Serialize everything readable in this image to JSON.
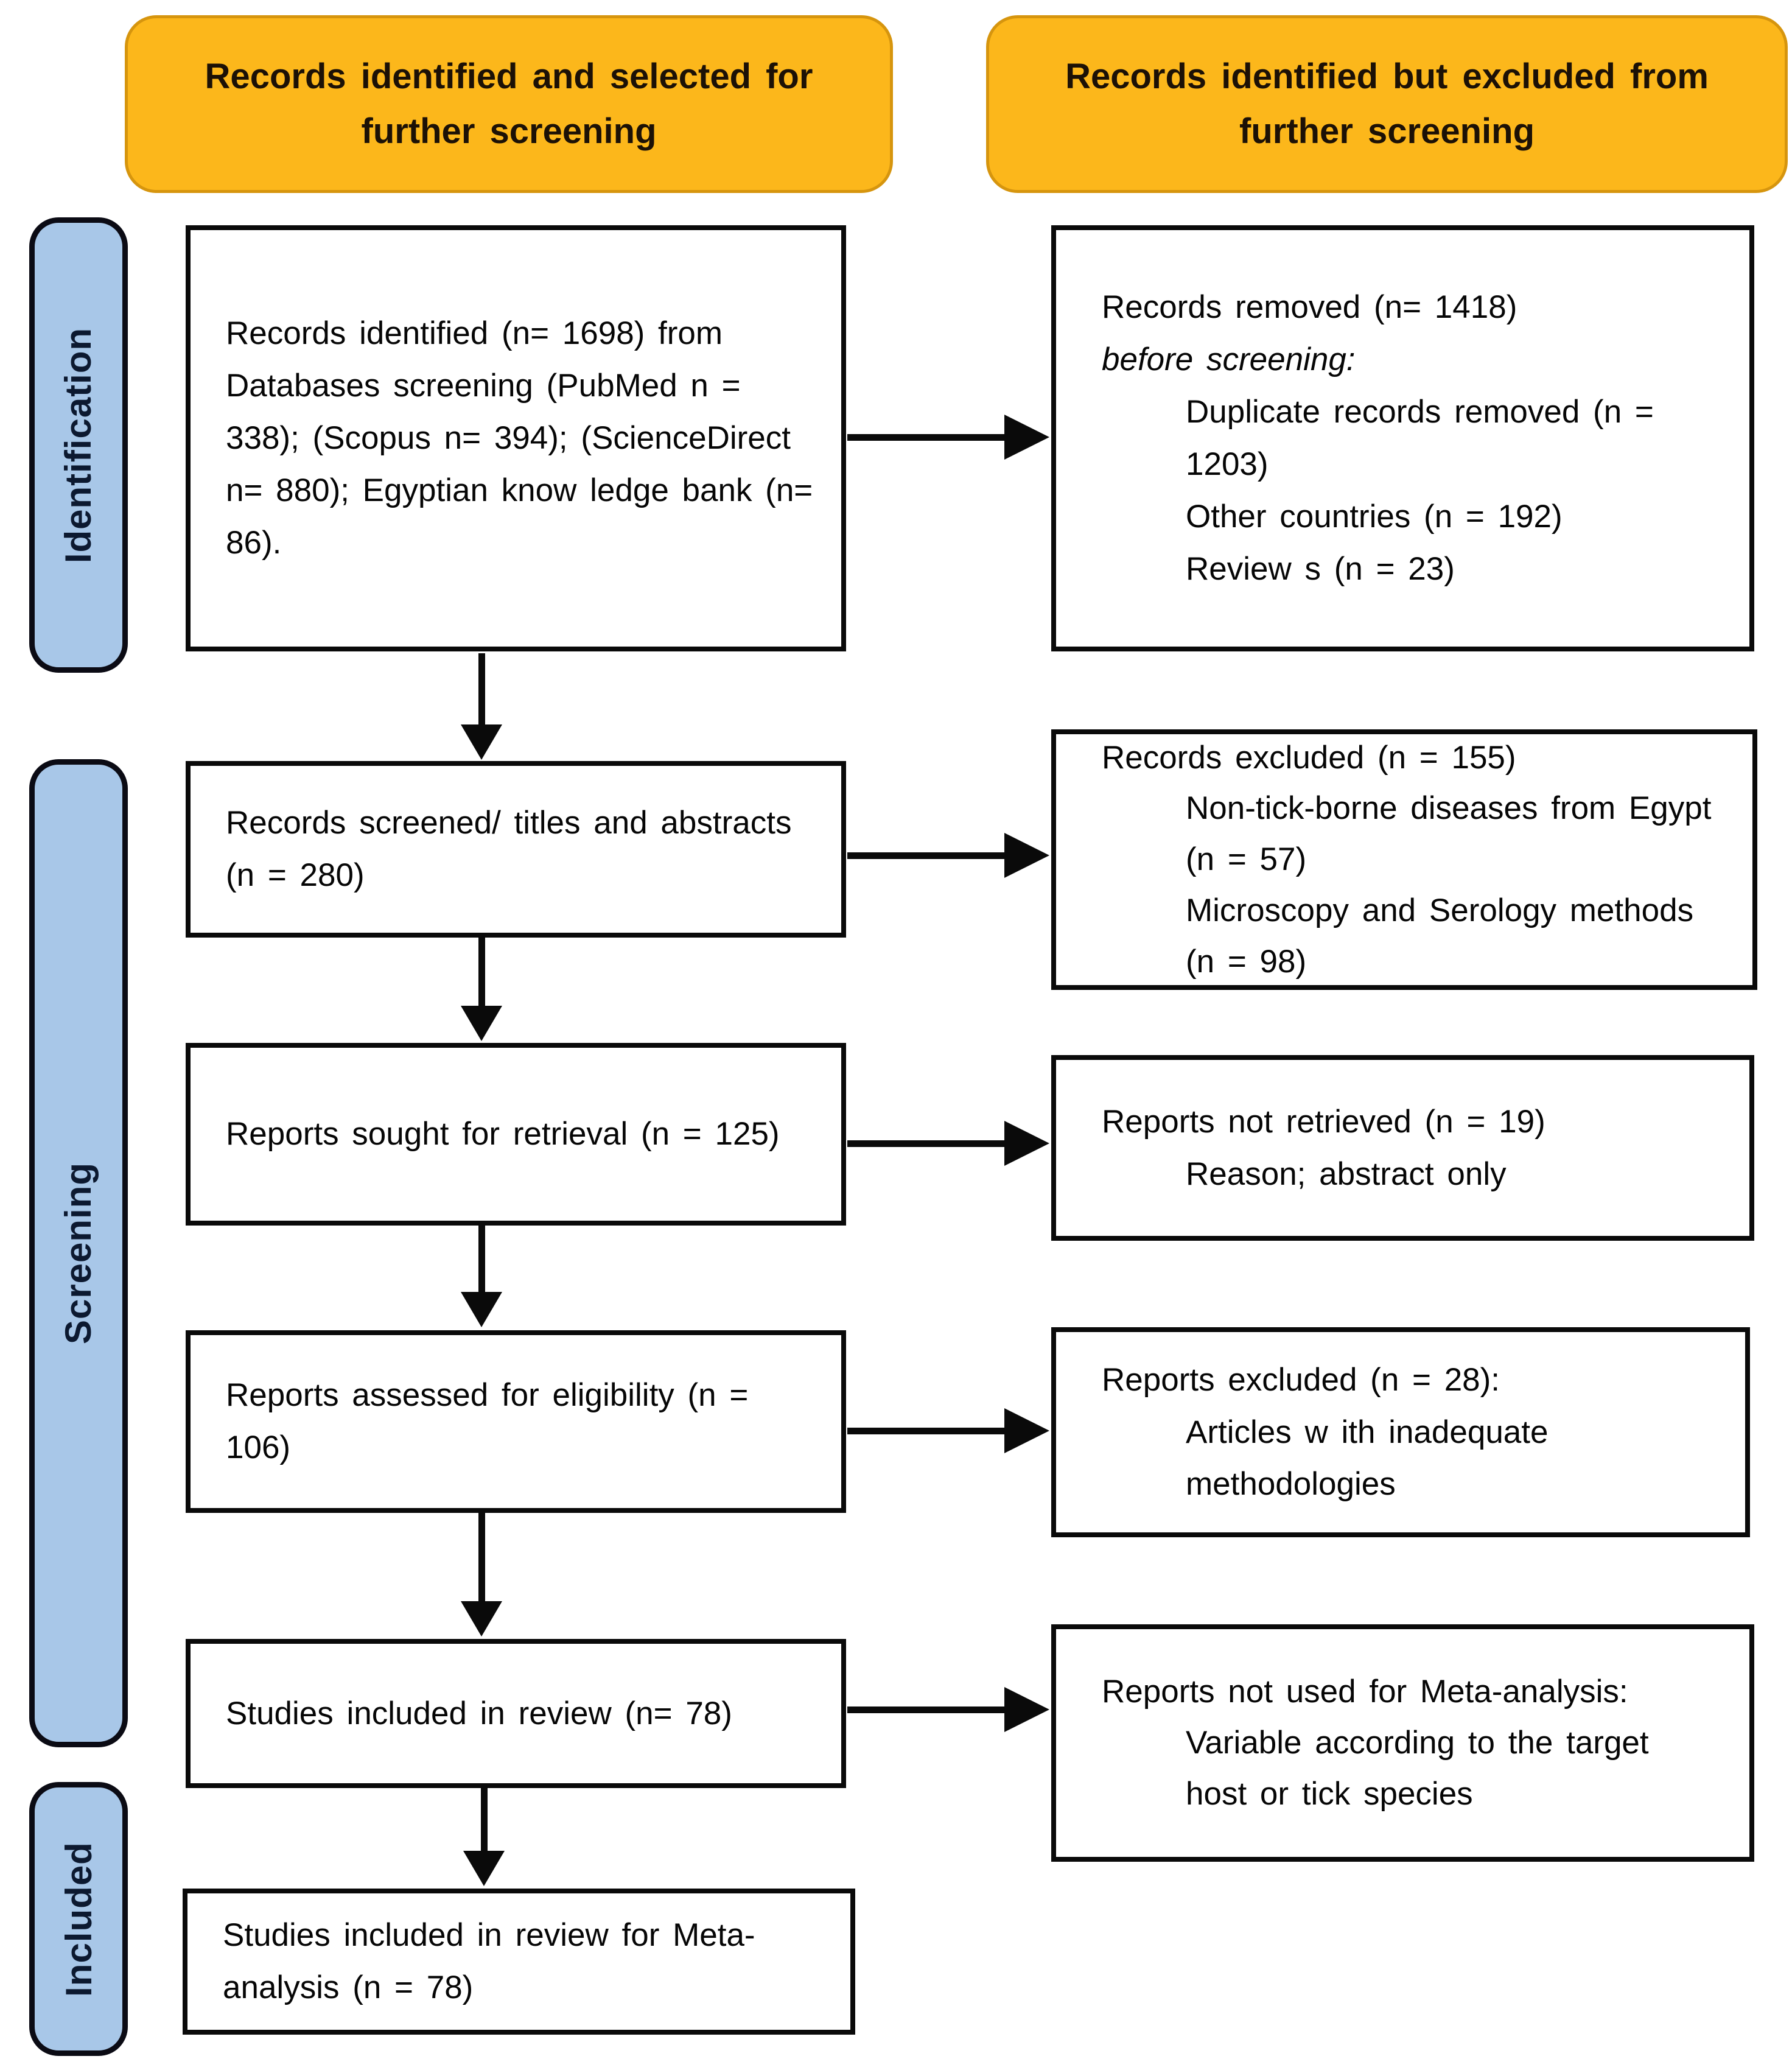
{
  "headers": {
    "left": "Records identified and selected for further screening",
    "right": "Records identified but excluded from further screening"
  },
  "sidebar": {
    "identification": "Identification",
    "screening": "Screening",
    "included": "Included"
  },
  "boxes": {
    "records_identified": {
      "p0": "Records identified (n= 1698) from Databases screening (PubMed n = 338); (Scopus n= 394); (ScienceDirect n= 880); Egyptian know ledge bank (n= 86)."
    },
    "records_removed": {
      "p0": "Records removed (n= 1418)",
      "p1": "before screening:",
      "p2": "Duplicate records removed (n = 1203)",
      "p3": "Other countries (n = 192)",
      "p4": "Review s (n = 23)"
    },
    "records_screened": {
      "p0": "Records screened/ titles and abstracts (n = 280)"
    },
    "records_excluded": {
      "p0": "Records excluded (n = 155)",
      "p1": "Non-tick-borne diseases from Egypt (n = 57)",
      "p2": "Microscopy and Serology methods (n = 98)"
    },
    "reports_sought": {
      "p0": "Reports sought for retrieval (n = 125)"
    },
    "reports_not_retrieved": {
      "p0": "Reports not retrieved (n = 19)",
      "p1": "Reason; abstract only"
    },
    "reports_assessed": {
      "p0": "Reports assessed for eligibility (n = 106)"
    },
    "reports_excluded": {
      "p0": "Reports excluded (n = 28):",
      "p1": "Articles w ith inadequate methodologies"
    },
    "studies_included": {
      "p0": "Studies included in review (n= 78)"
    },
    "reports_not_used": {
      "p0": "Reports not used for Meta-analysis:",
      "p1": "Variable according to the target host or tick species"
    },
    "studies_meta": {
      "p0": "Studies included in review for Meta-analysis (n = 78)"
    }
  },
  "colors": {
    "header_bg": "#FCB71B",
    "header_border": "#D6950E",
    "sidebar_bg": "#A8C7E8",
    "box_border": "#0a0a0a",
    "arrow": "#0a0a0a",
    "sidebar_text": "#0c1930"
  }
}
